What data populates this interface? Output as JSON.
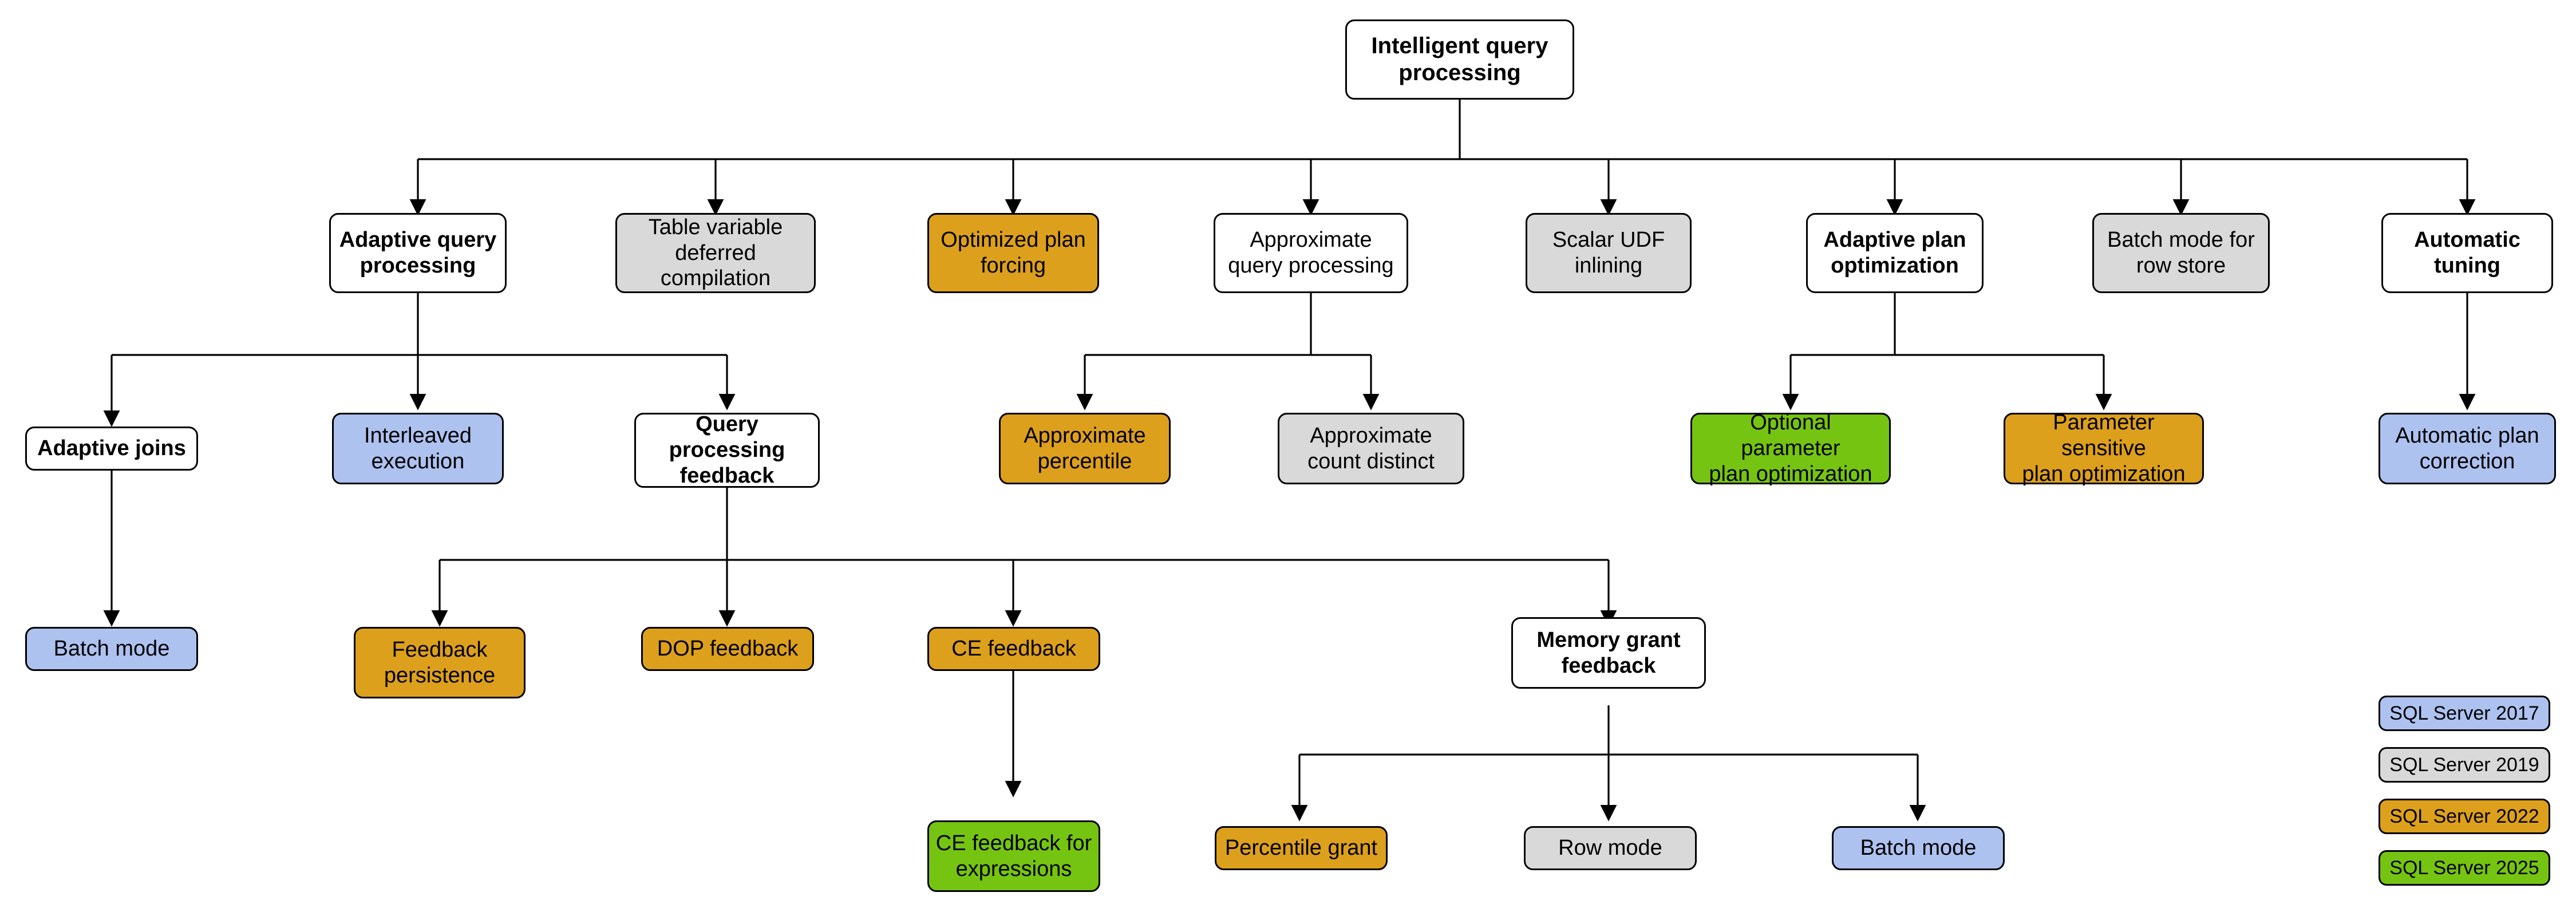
{
  "diagram": {
    "title": "Intelligent query processing",
    "type": "hierarchy-tree",
    "palette": {
      "white": "#ffffff",
      "gray": "#d9d9d9",
      "blue": "#aec2f0",
      "orange": "#dda01c",
      "green": "#76c412",
      "stroke": "#000000"
    }
  },
  "nodes": {
    "root": {
      "label": "Intelligent query\nprocessing",
      "color": "white"
    },
    "adaptive_query_processing": {
      "label": "Adaptive query\nprocessing",
      "color": "white"
    },
    "table_variable_deferred_compilation": {
      "label": "Table variable\ndeferred compilation",
      "color": "gray"
    },
    "optimized_plan_forcing": {
      "label": "Optimized plan\nforcing",
      "color": "orange"
    },
    "approximate_query_processing": {
      "label": "Approximate\nquery processing",
      "color": "white"
    },
    "scalar_udf_inlining": {
      "label": "Scalar UDF\ninlining",
      "color": "gray"
    },
    "adaptive_plan_optimization": {
      "label": "Adaptive plan\noptimization",
      "color": "white"
    },
    "batch_mode_for_row_store": {
      "label": "Batch mode for\nrow store",
      "color": "gray"
    },
    "automatic_tuning": {
      "label": "Automatic\ntuning",
      "color": "white"
    },
    "adaptive_joins": {
      "label": "Adaptive joins",
      "color": "white"
    },
    "interleaved_execution": {
      "label": "Interleaved\nexecution",
      "color": "blue"
    },
    "query_processing_feedback": {
      "label": "Query processing\nfeedback",
      "color": "white"
    },
    "approximate_percentile": {
      "label": "Approximate\npercentile",
      "color": "orange"
    },
    "approximate_count_distinct": {
      "label": "Approximate\ncount distinct",
      "color": "gray"
    },
    "optional_parameter_plan_optimization": {
      "label": "Optional parameter\nplan optimization",
      "color": "green"
    },
    "parameter_sensitive_plan_optimization": {
      "label": "Parameter sensitive\nplan optimization",
      "color": "orange"
    },
    "automatic_plan_correction": {
      "label": "Automatic plan\ncorrection",
      "color": "blue"
    },
    "batch_mode_adaptive_joins": {
      "label": "Batch mode",
      "color": "blue"
    },
    "feedback_persistence": {
      "label": "Feedback\npersistence",
      "color": "orange"
    },
    "dop_feedback": {
      "label": "DOP feedback",
      "color": "orange"
    },
    "ce_feedback": {
      "label": "CE feedback",
      "color": "orange"
    },
    "memory_grant_feedback": {
      "label": "Memory grant\nfeedback",
      "color": "white"
    },
    "ce_feedback_for_expressions": {
      "label": "CE feedback for\nexpressions",
      "color": "green"
    },
    "percentile_grant": {
      "label": "Percentile grant",
      "color": "orange"
    },
    "row_mode": {
      "label": "Row mode",
      "color": "gray"
    },
    "batch_mode_memory_grant": {
      "label": "Batch mode",
      "color": "blue"
    }
  },
  "legend": {
    "items": [
      {
        "label": "SQL Server 2017",
        "color": "blue"
      },
      {
        "label": "SQL Server 2019",
        "color": "gray"
      },
      {
        "label": "SQL Server 2022",
        "color": "orange"
      },
      {
        "label": "SQL Server 2025",
        "color": "green"
      }
    ]
  }
}
